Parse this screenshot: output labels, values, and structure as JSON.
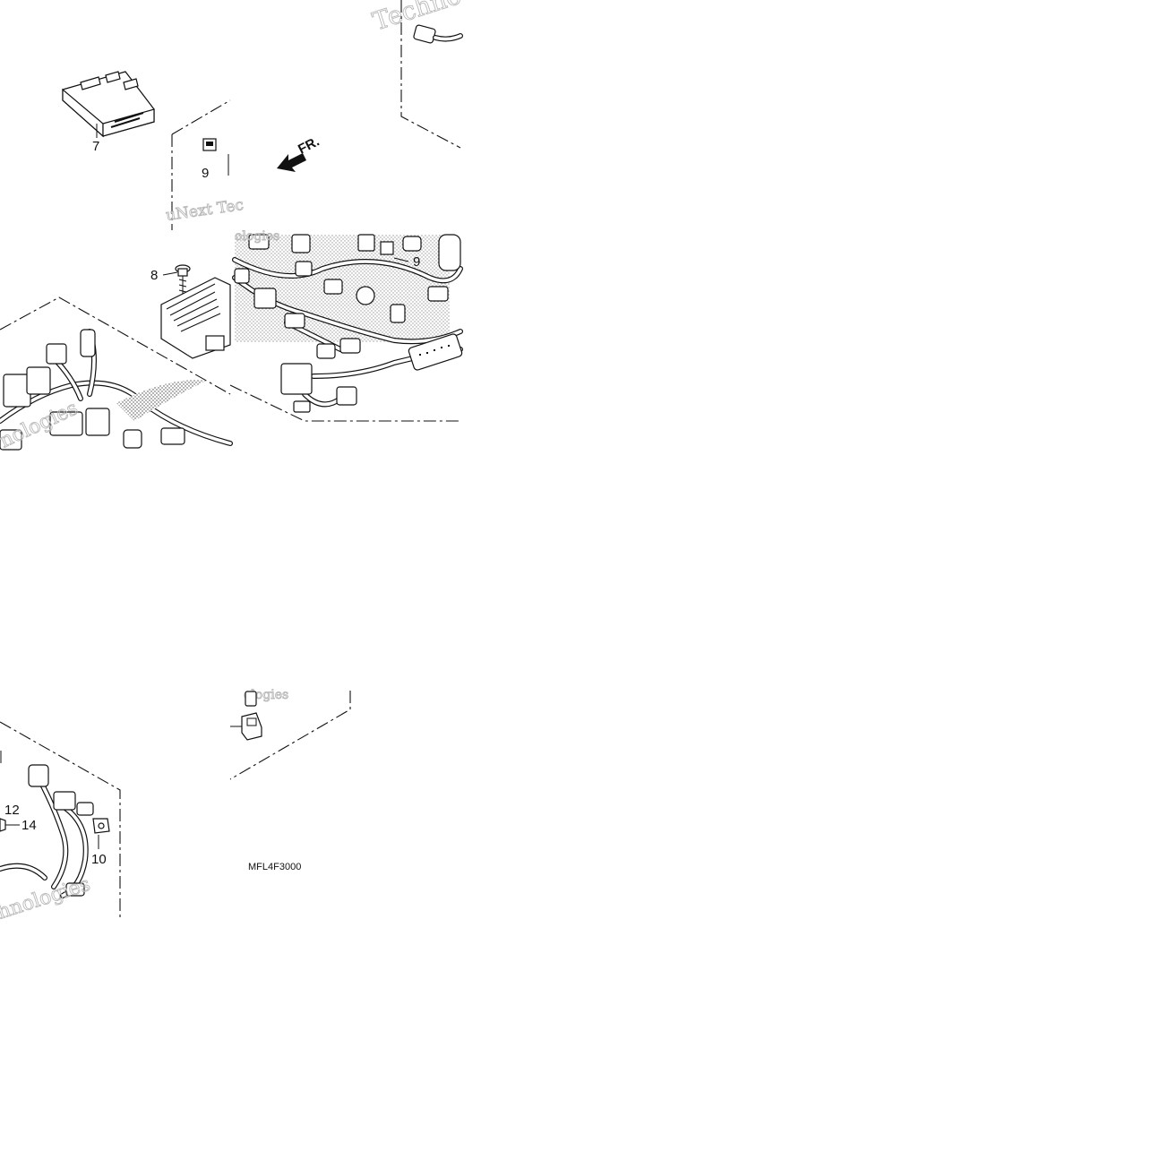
{
  "labels": {
    "p7": "7",
    "p8": "8",
    "p9a": "9",
    "p9b": "9",
    "p10": "10",
    "p12": "12",
    "p14": "14",
    "front": "FR."
  },
  "diagram_code": "MFL4F3000",
  "watermarks": {
    "w1": "Techno",
    "w2": "uNext Tec",
    "w3": "ologies",
    "w4": "nologies",
    "w5": "ologies",
    "w6": "hnologies"
  },
  "colors": {
    "ink": "#111111",
    "watermark": "#b9b9b9",
    "background": "#ffffff"
  }
}
